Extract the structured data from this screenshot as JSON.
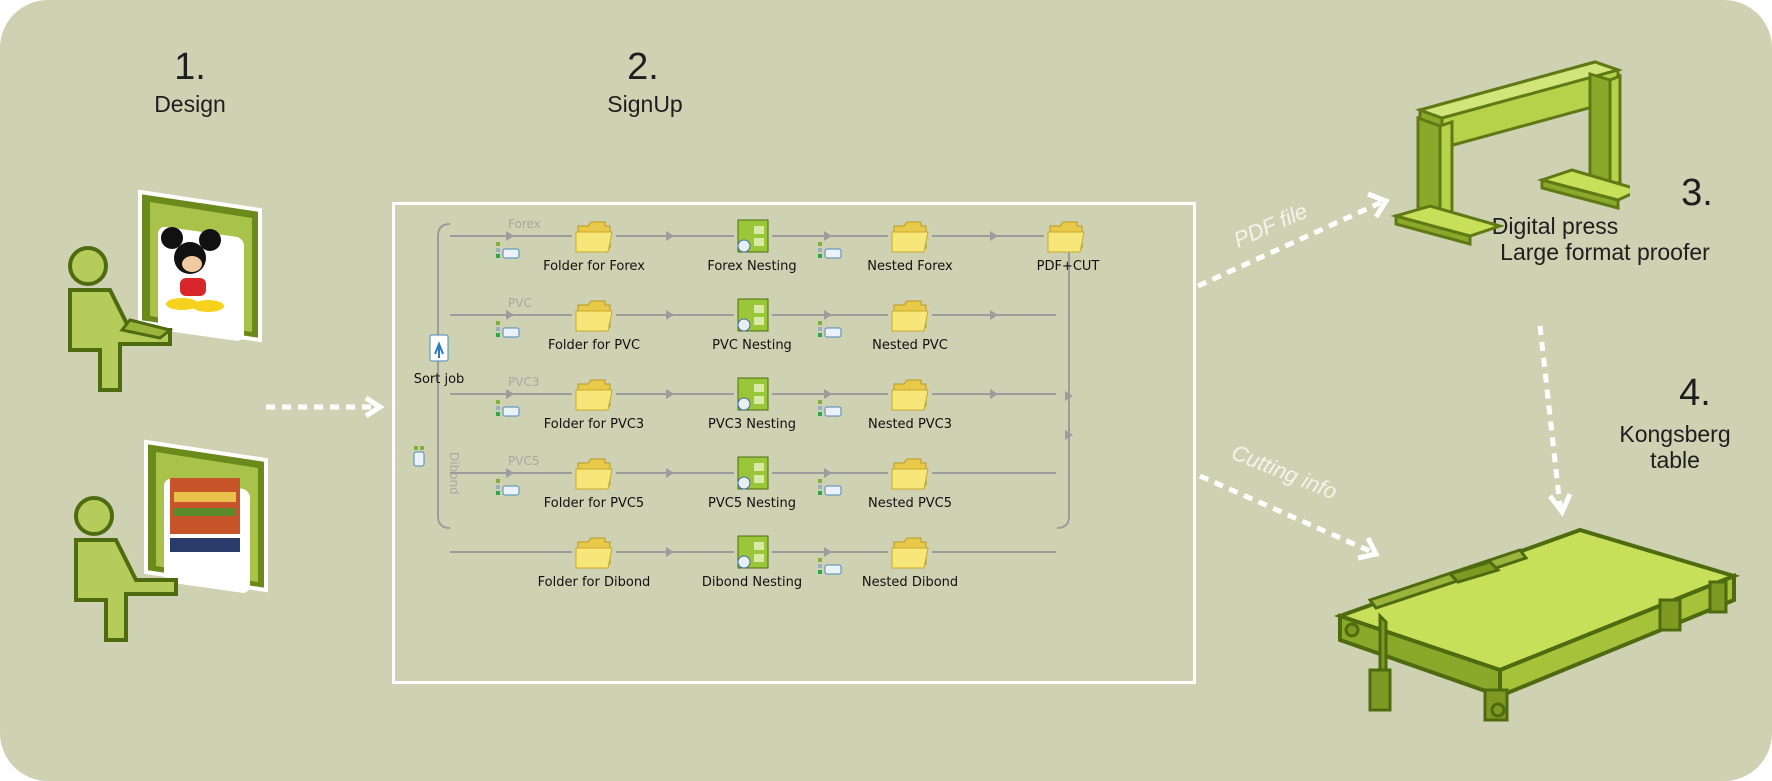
{
  "steps": [
    {
      "number": "1.",
      "label": "Design"
    },
    {
      "number": "2.",
      "label": "SignUp"
    },
    {
      "number": "3.",
      "label_lines": [
        "Digital press",
        "Large format proofer"
      ]
    },
    {
      "number": "4.",
      "label_lines": [
        "Kongsberg",
        "table"
      ]
    }
  ],
  "workflow": {
    "sort_label": "Sort job",
    "dibond_rotated": "Dibond",
    "pdf_cut": "PDF+CUT",
    "lanes": [
      {
        "lane": "Forex",
        "folder": "Folder for Forex",
        "nesting": "Forex Nesting",
        "nested": "Nested  Forex"
      },
      {
        "lane": "PVC",
        "folder": "Folder for PVC",
        "nesting": "PVC Nesting",
        "nested": "Nested  PVC"
      },
      {
        "lane": "PVC3",
        "folder": "Folder for PVC3",
        "nesting": "PVC3 Nesting",
        "nested": "Nested  PVC3"
      },
      {
        "lane": "PVC5",
        "folder": "Folder for PVC5",
        "nesting": "PVC5 Nesting",
        "nested": "Nested  PVC5"
      },
      {
        "lane": "",
        "folder": "Folder for Dibond",
        "nesting": "Dibond Nesting",
        "nested": "Nested  Dibond"
      }
    ]
  },
  "flows": {
    "pdf_file": "PDF file",
    "cutting_info": "Cutting info"
  },
  "colors": {
    "background": "#cfd1b3",
    "machine_green": "#a6c23a",
    "machine_dark": "#5f7a14",
    "folder_yellow": "#f7e77a",
    "workflow_line": "#9c9c9c"
  }
}
